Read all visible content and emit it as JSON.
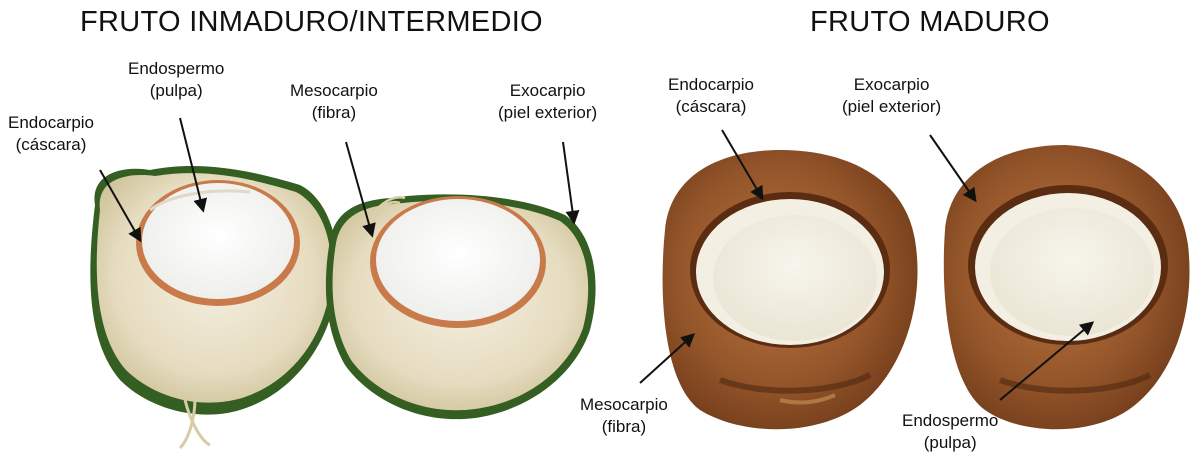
{
  "sections": {
    "immature_title": "FRUTO INMADURO/INTERMEDIO",
    "mature_title": "FRUTO MADURO"
  },
  "immature_labels": {
    "endocarpio": {
      "line1": "Endocarpio",
      "line2": "(cáscara)"
    },
    "endospermo": {
      "line1": "Endospermo",
      "line2": "(pulpa)"
    },
    "mesocarpio": {
      "line1": "Mesocarpio",
      "line2": "(fibra)"
    },
    "exocarpio": {
      "line1": "Exocarpio",
      "line2": "(piel exterior)"
    }
  },
  "mature_labels": {
    "endocarpio": {
      "line1": "Endocarpio",
      "line2": "(cáscara)"
    },
    "exocarpio": {
      "line1": "Exocarpio",
      "line2": "(piel exterior)"
    },
    "mesocarpio": {
      "line1": "Mesocarpio",
      "line2": "(fibra)"
    },
    "endospermo": {
      "line1": "Endospermo",
      "line2": "(pulpa)"
    }
  },
  "colors": {
    "green_husk": "#3f6b2a",
    "young_fiber": "#efe9d8",
    "young_shell_rim": "#c97a4a",
    "white_meat": "#f6f6f4",
    "brown_husk": "#9b5a2c",
    "dark_brown": "#6b3716",
    "mature_meat": "#f2efe2",
    "arrow": "#111111"
  }
}
